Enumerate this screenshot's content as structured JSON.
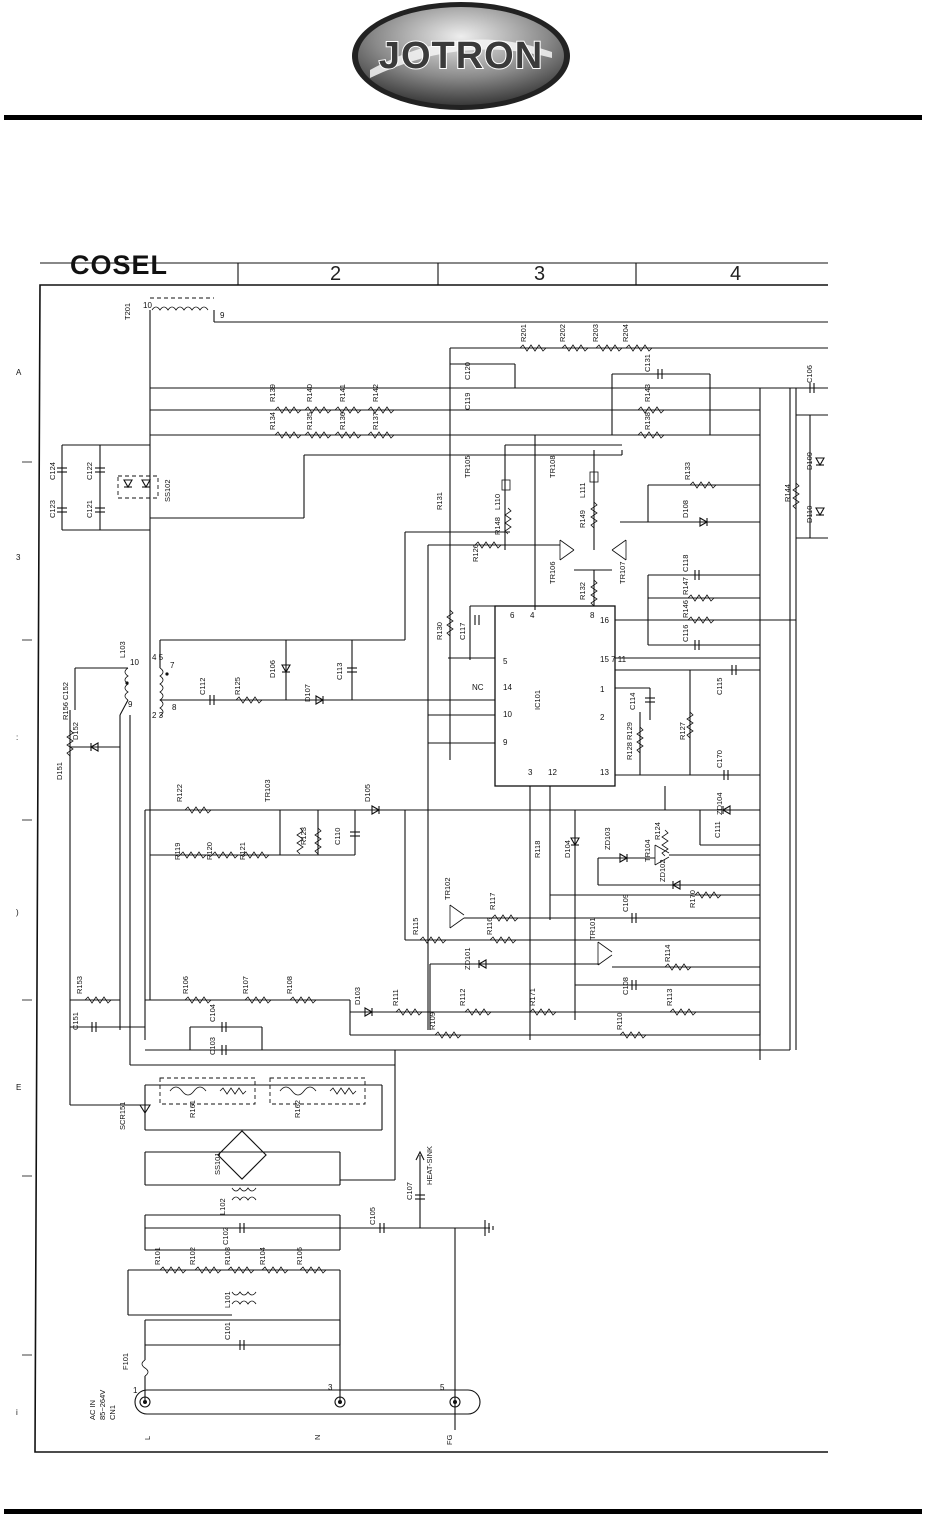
{
  "brand": {
    "name": "JOTRON",
    "maker": "COSEL"
  },
  "zones": [
    "2",
    "3",
    "4"
  ],
  "left_letters": [
    "A",
    "3",
    ":",
    ")",
    "E",
    "i"
  ],
  "ic": {
    "name": "IC101",
    "pins_left": [
      "6",
      "5",
      "14",
      "10",
      "9"
    ],
    "nc": "NC",
    "pins_top": [
      "4",
      "8"
    ],
    "pins_right": [
      "16",
      "15 7 11",
      "1",
      "2",
      "13"
    ],
    "pins_bottom": [
      "3",
      "12"
    ]
  },
  "connector": {
    "title": "AC IN",
    "range": "85~264V",
    "ref": "CN1",
    "pins": [
      "1",
      "3",
      "5"
    ],
    "names": [
      "L",
      "N",
      "FG"
    ]
  },
  "heatsink": "HEAT-SINK",
  "transformer_pins": {
    "t201_a": "10",
    "t201_b": "9",
    "l103": [
      "10",
      "4 5",
      "7",
      "9",
      "2 3",
      "8"
    ]
  },
  "components": [
    "T201",
    "R201",
    "R202",
    "R203",
    "R204",
    "C120",
    "C119",
    "C131",
    "C106",
    "R139",
    "R140",
    "R141",
    "R142",
    "R134",
    "R135",
    "R136",
    "R137",
    "R143",
    "R138",
    "C124",
    "C122",
    "C123",
    "C121",
    "SS102",
    "TR105",
    "TR108",
    "L110",
    "L111",
    "R131",
    "R148",
    "R149",
    "R133",
    "D108",
    "R144",
    "D109",
    "D110",
    "R126",
    "TR106",
    "TR107",
    "R132",
    "C118",
    "R147",
    "R146",
    "C116",
    "R130",
    "C117",
    "L103",
    "C112",
    "R125",
    "D106",
    "D107",
    "C113",
    "C115",
    "C114",
    "R128",
    "R129",
    "R127",
    "C170",
    "R156",
    "C152",
    "D152",
    "D151",
    "R122",
    "TR103",
    "D105",
    "R123",
    "C110",
    "R119",
    "R120",
    "R121",
    "ZD104",
    "C111",
    "R124",
    "TR104",
    "ZD103",
    "D104",
    "R118",
    "ZD102",
    "R170",
    "TR102",
    "R115",
    "R117",
    "R116",
    "C109",
    "TR101",
    "R114",
    "ZD101",
    "C108",
    "R153",
    "C151",
    "R106",
    "R107",
    "R108",
    "D103",
    "R111",
    "R112",
    "R171",
    "R113",
    "R109",
    "R110",
    "C104",
    "C103",
    "R161",
    "R162",
    "SCR151",
    "SS101",
    "L102",
    "C107",
    "C105",
    "C102",
    "R101",
    "R102",
    "R103",
    "R104",
    "R105",
    "L101",
    "C101",
    "F101"
  ]
}
